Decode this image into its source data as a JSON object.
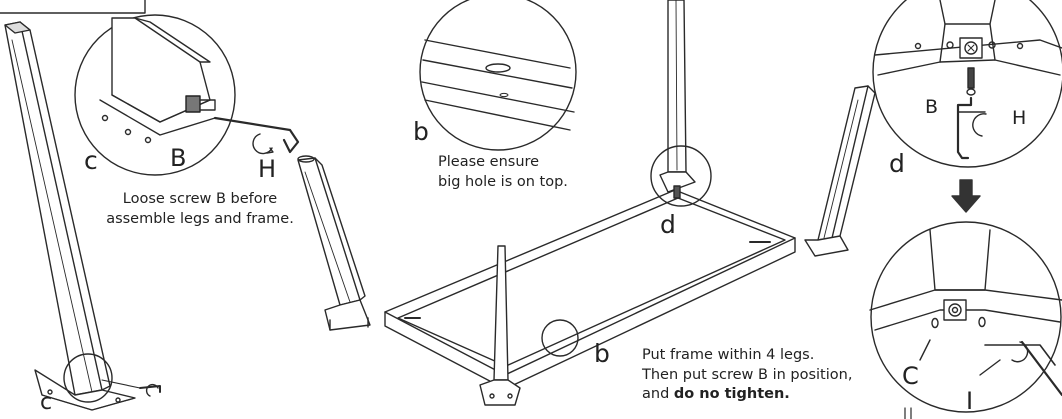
{
  "callouts": {
    "c_left_zoom": "c",
    "c_left_foot": "c",
    "b_center_zoom": "b",
    "b_frame": "b",
    "d_frame": "d",
    "d_right_zoom": "d"
  },
  "labels": {
    "screw_b_left": "B",
    "wrench_h_left": "H",
    "screw_b_right": "B",
    "wrench_h_right": "H",
    "hole_c_right": "C",
    "wrench_i_right": "I"
  },
  "notes": {
    "loose_screw": [
      "Loose screw B before",
      "assemble legs and frame."
    ],
    "hole_on_top": [
      "Please ensure",
      "big hole is on top."
    ],
    "put_frame": {
      "line1": "Put frame within 4 legs.",
      "line2": "Then put screw B in position,",
      "line3_prefix": "and ",
      "line3_bold": "do no tighten."
    }
  },
  "colors": {
    "line": "#2a2a2a",
    "shade": "#9a9a9a",
    "arrow": "#333333"
  }
}
